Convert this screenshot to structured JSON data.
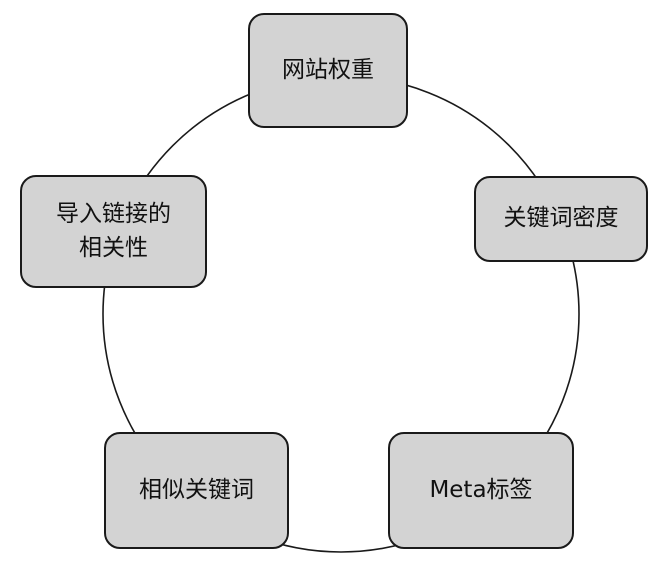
{
  "diagram": {
    "nodes": [
      {
        "id": "top",
        "label": "网站权重"
      },
      {
        "id": "right",
        "label": "关键词密度"
      },
      {
        "id": "bottom-right",
        "label": "Meta标签"
      },
      {
        "id": "bottom-left",
        "label": "相似关键词"
      },
      {
        "id": "left",
        "label": "导入链接的\n相关性"
      }
    ],
    "colors": {
      "node_fill": "#d3d3d3",
      "stroke": "#1a1a1a",
      "text": "#111111"
    }
  }
}
